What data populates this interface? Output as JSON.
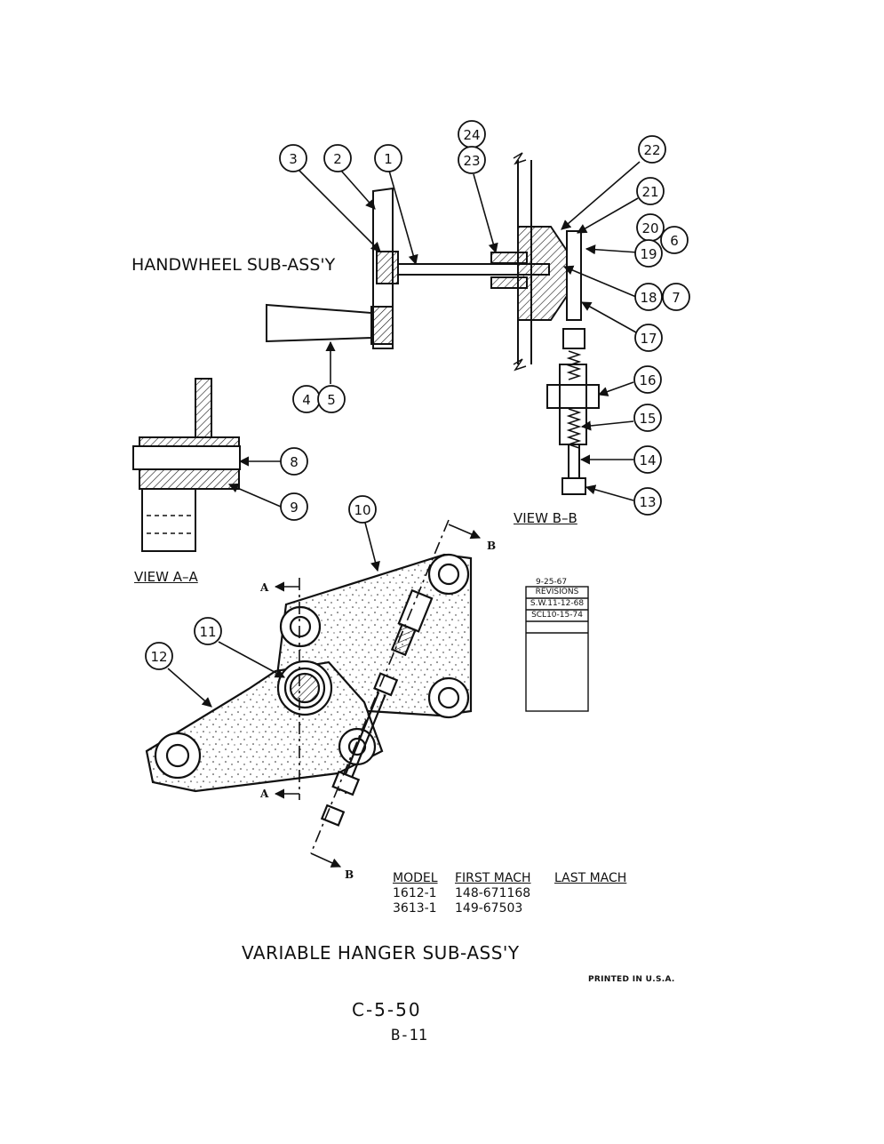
{
  "titles": {
    "handwheel": "HANDWHEEL SUB-ASS'Y",
    "variable_hanger": "VARIABLE HANGER SUB-ASS'Y",
    "view_aa": "VIEW A–A",
    "view_bb": "VIEW B–B"
  },
  "section_markers": {
    "a": "A",
    "b": "B"
  },
  "callouts": [
    "1",
    "2",
    "3",
    "4",
    "5",
    "6",
    "7",
    "8",
    "9",
    "10",
    "11",
    "12",
    "13",
    "14",
    "15",
    "16",
    "17",
    "18",
    "19",
    "20",
    "21",
    "22",
    "23",
    "24"
  ],
  "revisions": {
    "date": "9-25-67",
    "header": "REVISIONS",
    "entries": [
      "S.W.11-12-68",
      "SCL10-15-74"
    ]
  },
  "model_table": {
    "headers": [
      "MODEL",
      "FIRST MACH",
      "LAST MACH"
    ],
    "rows": [
      [
        "1612-1",
        "148-671168",
        ""
      ],
      [
        "3613-1",
        "149-67503",
        ""
      ]
    ]
  },
  "footer": {
    "printed": "PRINTED IN U.S.A.",
    "drawing_code": "C-5-50",
    "page_code": "B-11"
  }
}
